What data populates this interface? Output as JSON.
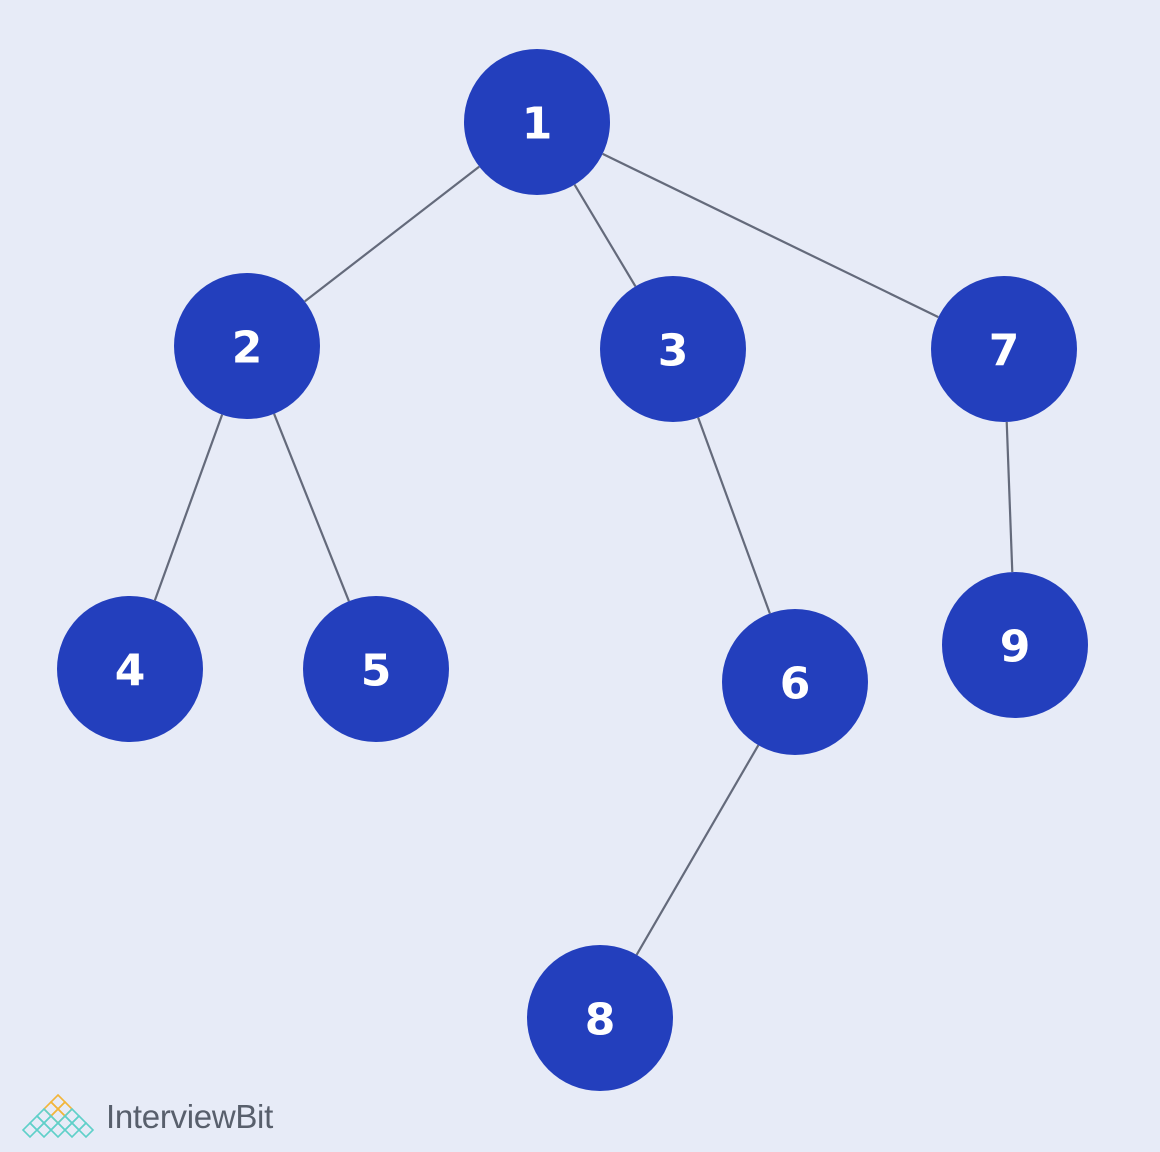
{
  "diagram": {
    "type": "tree",
    "nodes": [
      {
        "id": "1",
        "label": "1"
      },
      {
        "id": "2",
        "label": "2"
      },
      {
        "id": "3",
        "label": "3"
      },
      {
        "id": "7",
        "label": "7"
      },
      {
        "id": "4",
        "label": "4"
      },
      {
        "id": "5",
        "label": "5"
      },
      {
        "id": "6",
        "label": "6"
      },
      {
        "id": "9",
        "label": "9"
      },
      {
        "id": "8",
        "label": "8"
      }
    ],
    "edges": [
      {
        "from": "1",
        "to": "2"
      },
      {
        "from": "1",
        "to": "3"
      },
      {
        "from": "1",
        "to": "7"
      },
      {
        "from": "2",
        "to": "4"
      },
      {
        "from": "2",
        "to": "5"
      },
      {
        "from": "3",
        "to": "6"
      },
      {
        "from": "7",
        "to": "9"
      },
      {
        "from": "6",
        "to": "8"
      }
    ]
  },
  "colors": {
    "background": "#e7ebf7",
    "node_fill": "#233fbd",
    "node_text": "#ffffff",
    "edge": "#646a7b",
    "brand_text": "#585f6c"
  },
  "brand": {
    "logo_icon": "interviewbit-logo-icon",
    "text": "InterviewBit"
  }
}
